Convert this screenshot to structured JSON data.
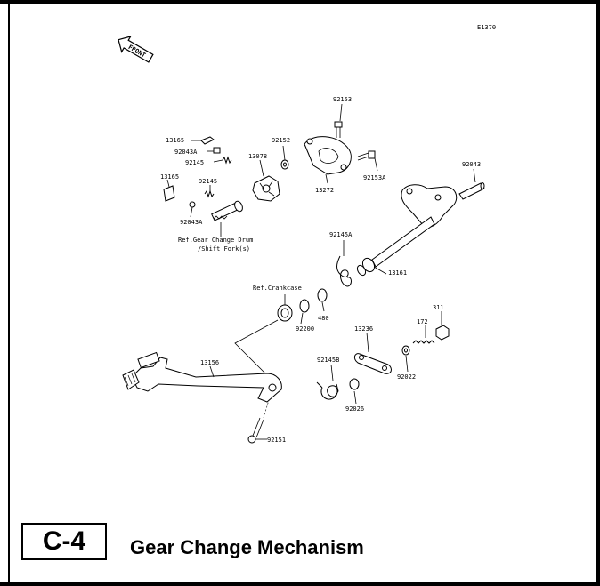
{
  "figure_code": "E1370",
  "front_label": "FRONT",
  "page_code": "C-4",
  "page_title": "Gear Change Mechanism",
  "parts": {
    "p92153": "92153",
    "p13165a": "13165",
    "p92043a_top": "92043A",
    "p92145_top": "92145",
    "p13078": "13078",
    "p92152": "92152",
    "p92153a": "92153A",
    "p13272": "13272",
    "p13165b": "13165",
    "p92145_mid": "92145",
    "p92043a_bot": "92043A",
    "p92043": "92043",
    "p92145a": "92145A",
    "p13161": "13161",
    "p480": "480",
    "p92200": "92200",
    "p13156": "13156",
    "p13236": "13236",
    "p172": "172",
    "p311": "311",
    "p92022": "92022",
    "p92145b": "92145B",
    "p92026": "92026",
    "p92151": "92151"
  },
  "refs": {
    "ref_drum_line1": "Ref.Gear Change Drum",
    "ref_drum_line2": "/Shift Fork(s)",
    "ref_crankcase": "Ref.Crankcase"
  }
}
